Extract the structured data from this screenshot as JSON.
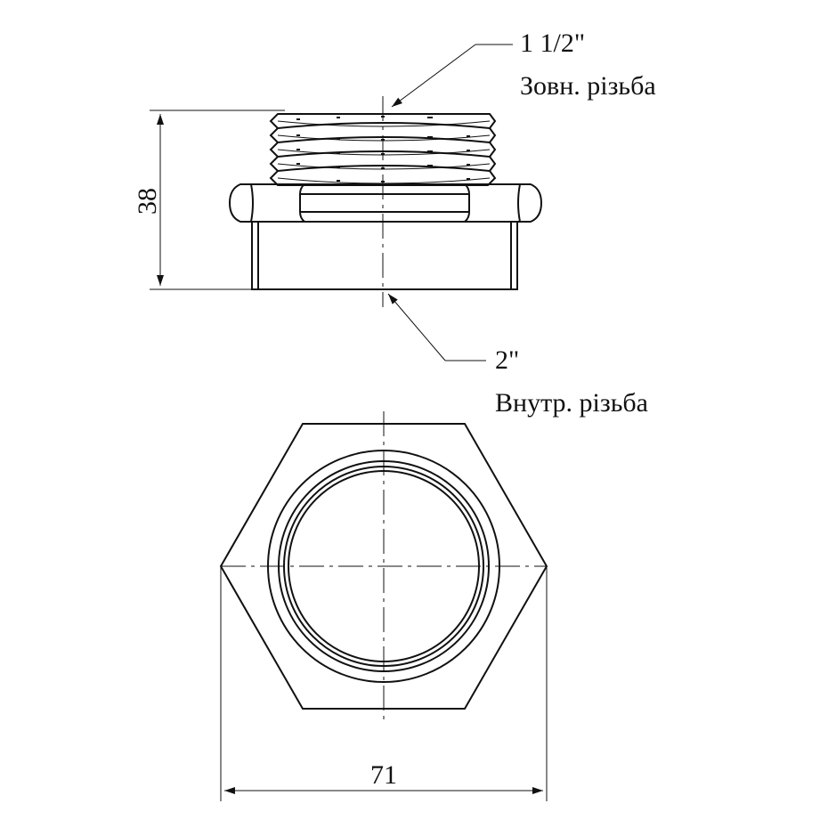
{
  "drawing": {
    "dimensions": {
      "height_value": "38",
      "width_value": "71"
    },
    "callouts": {
      "external_size": "1 1/2\"",
      "external_label": "Зовн. різьба",
      "internal_size": "2\"",
      "internal_label": "Внутр. різьба"
    }
  },
  "colors": {
    "line": "#111111",
    "background": "#ffffff"
  }
}
